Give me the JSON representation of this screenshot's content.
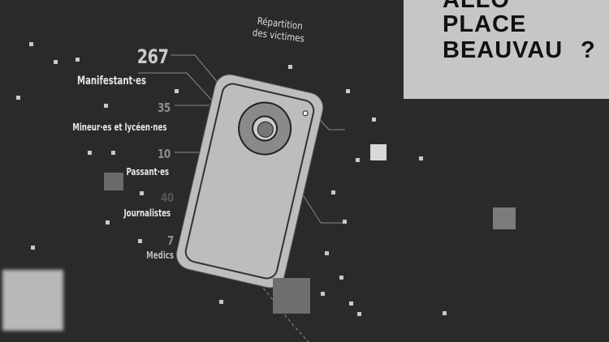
{
  "title": {
    "lines": [
      "ALLO",
      "PLACE",
      "BEAUVAU",
      "?"
    ]
  },
  "heading": {
    "line1": "Répartition",
    "line2": "des victimes"
  },
  "victims": [
    {
      "value": "267",
      "label": "Manifestant·es"
    },
    {
      "value": "35",
      "label": "Mineur·es et lycéen·nes"
    },
    {
      "value": "10",
      "label": "Passant·es"
    },
    {
      "value": "40",
      "label": "Journalistes"
    },
    {
      "value": "7",
      "label": "Medics"
    }
  ],
  "colors": {
    "background": "#2a2a2a",
    "card": "#c6c6c6",
    "phone": "#bdbdbd"
  },
  "icons": {
    "device": "phone-camera-icon"
  }
}
